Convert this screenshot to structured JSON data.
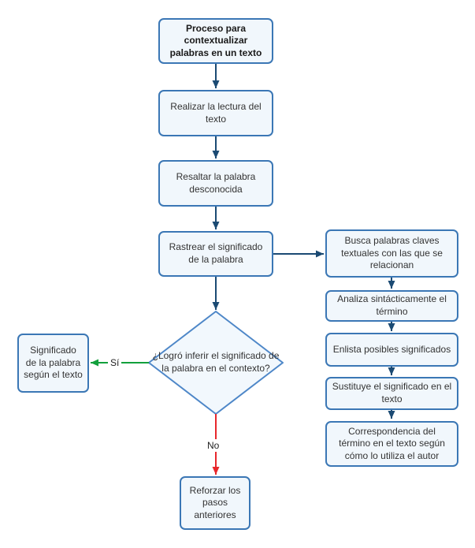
{
  "nodes": {
    "start": {
      "label": "Proceso para contextualizar palabras en un texto"
    },
    "read": {
      "label": "Realizar la lectura del texto"
    },
    "highlight": {
      "label": "Resaltar la palabra desconocida"
    },
    "trace": {
      "label": "Rastrear el significado de la palabra"
    },
    "decision": {
      "label": "¿Logró inferir el significado de la palabra en el contexto?"
    },
    "meaning": {
      "label": "Significado de la palabra según el texto"
    },
    "reinforce": {
      "label": "Reforzar los pasos anteriores"
    },
    "keywords": {
      "label": "Busca palabras claves textuales con las que se relacionan"
    },
    "syntax": {
      "label": "Analiza sintácticamente el término"
    },
    "list": {
      "label": "Enlista posibles significados"
    },
    "substitute": {
      "label": "Sustituye el significado en el texto"
    },
    "correspondence": {
      "label": "Correspondencia del término en el texto según cómo lo utiliza el autor"
    }
  },
  "edge_labels": {
    "yes": "Sí",
    "no": "No"
  },
  "colors": {
    "node_fill": "#f1f7fc",
    "node_border": "#3b77b5",
    "diamond_fill": "#f2f8fd",
    "diamond_border": "#4e87c8",
    "arrow": "#1b4a73",
    "yes_arrow": "#12a03c",
    "no_arrow": "#e8272c",
    "text": "#333333",
    "background": "#ffffff"
  }
}
